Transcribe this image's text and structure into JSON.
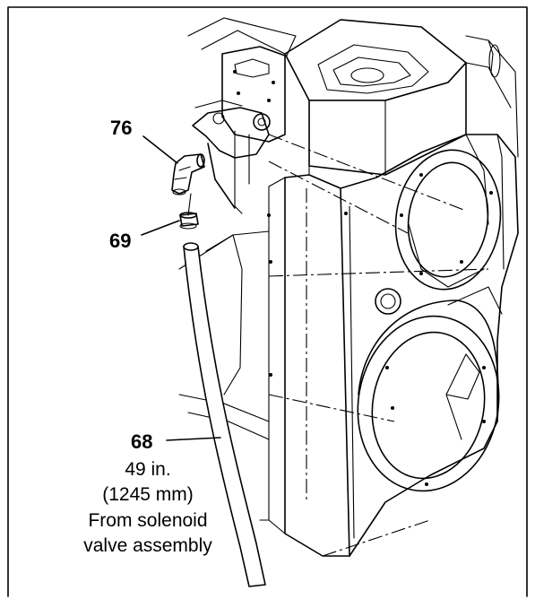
{
  "callouts": {
    "c76": "76",
    "c69": "69",
    "c68": "68"
  },
  "note": {
    "line1": "49 in.",
    "line2": "(1245 mm)",
    "line3": "From solenoid",
    "line4": "valve assembly"
  },
  "colors": {
    "ink": "#000000",
    "paper": "#ffffff"
  }
}
